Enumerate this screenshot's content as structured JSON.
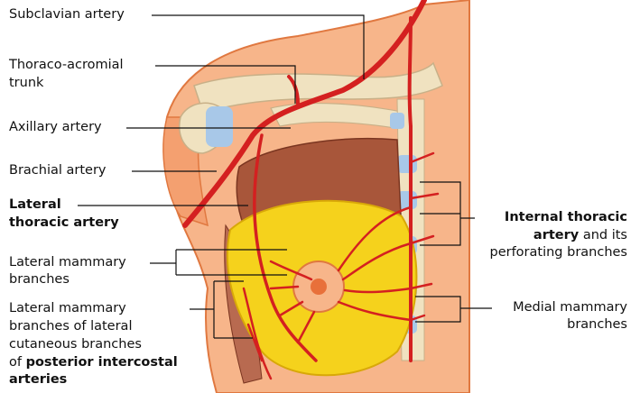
{
  "labels": {
    "subclavian": "Subclavian artery",
    "thoraco_1": "Thoraco-acromial",
    "thoraco_2": "trunk",
    "axillary": "Axillary artery",
    "brachial": "Brachial artery",
    "lat_thoracic_1": "Lateral",
    "lat_thoracic_2": "thoracic artery",
    "lat_mammary_1": "Lateral mammary",
    "lat_mammary_2": "branches",
    "lat_cut_1": "Lateral mammary",
    "lat_cut_2": "branches of lateral",
    "lat_cut_3": "cutaneous branches",
    "lat_cut_4a": "of ",
    "lat_cut_4b": "posterior intercostal",
    "lat_cut_5": "arteries",
    "internal_1": "Internal thoracic",
    "internal_2a": "artery",
    "internal_2b": " and its",
    "internal_3": "perforating branches",
    "medial_1": "Medial mammary",
    "medial_2": "branches"
  },
  "colors": {
    "artery": "#d42020",
    "skin": "#f4a070",
    "bone": "#f0e2c0",
    "muscle": "#a8563a",
    "fat": "#f5d21c",
    "cartilage": "#a8c8e8"
  }
}
